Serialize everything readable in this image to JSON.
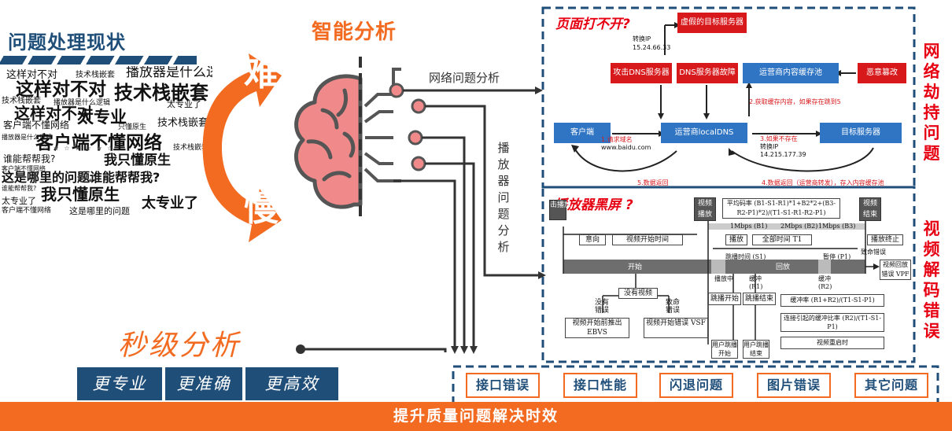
{
  "left": {
    "title": "问题处理现状",
    "hard": "难",
    "slow": "慢",
    "word_cloud": [
      "这样对不对",
      "技术栈嵌套",
      "播放器是什么逻辑",
      "这样对不对",
      "太专业",
      "技术栈嵌套",
      "技术栈嵌套",
      "播放器是什么逻辑",
      "客户端不懂网络",
      "太专业了",
      "只懂原生",
      "客户端不懂网络",
      "技术栈嵌套",
      "谁能帮帮我?",
      "播放器是什么逻辑",
      "我只懂原生",
      "谁能帮帮我?",
      "客户端不懂网络",
      "这是哪里的问题谁能帮帮我?",
      "谁能帮帮我?",
      "我只懂原生",
      "太专业了",
      "太专业了",
      "客户端不懂网络",
      "这是哪里的问题",
      "太专业"
    ]
  },
  "center": {
    "title": "智能分析",
    "network_label": "网络问题分析",
    "player_label": "播放器问题分析",
    "seconds_title": "秒级分析",
    "benefits": [
      "更专业",
      "更准确",
      "更高效"
    ]
  },
  "network_panel": {
    "title": "页面打不开?",
    "side_label": "网络劫持问题",
    "boxes": {
      "fake_server": "虚假的目标服务器",
      "attack_dns": "攻击DNS服务器",
      "dns_failure": "DNS服务器故障",
      "isp_cache": "运营商内容缓存池",
      "tamper": "恶意篡改",
      "client": "客户端",
      "local_dns": "运营商localDNS",
      "target_server": "目标服务器"
    },
    "notes": {
      "redirect_ip_label": "转换IP",
      "redirect_ip": "15.24.66.33",
      "step1": "1.请求域名",
      "step1_domain": "www.baidu.com",
      "step2": "2.获取缓存内容，如果存在跳到5",
      "step3": "3.如果不存在",
      "step3_ip_label": "转换IP",
      "step3_ip": "14.215.177.39",
      "step4": "4.数据返回（运营商转发），存入内容缓存池",
      "step5": "5.数据返回"
    }
  },
  "player_panel": {
    "title": "播放器黑屏 ?",
    "side_label": "视频解码错误",
    "labels": {
      "click_play": "击播放",
      "video_play": "视频播放",
      "formula": "平均码率 (B1-S1-R1)*1+B2*2+(B3-R2-P1)*2)/(T1-S1-R1-R2-P1)",
      "video_end": "视频结束",
      "play_stop": "播放终止",
      "fatal_error": "致命错误",
      "replay_error": "视频回放错误 VPF",
      "intent": "意向",
      "video_start_time": "视频开始时间",
      "play": "播放",
      "total_time": "全部时间 T1",
      "start": "开始",
      "playback": "回放",
      "rate1": "1Mbps (B1)",
      "rate2": "2Mbps (B2)",
      "rate3": "1Mbps (B3)",
      "pause": "暂停 (P1)",
      "buffering_s1": "跳播时间 (S1)",
      "playing": "播放中",
      "buffering_r1": "缓冲 (R1)",
      "buffering_r2": "缓冲 (R2)",
      "no_video": "没有视频",
      "no_error": "没有错误",
      "fatal_error2": "致命错误",
      "ebvs": "视频开始前推出 EBVS",
      "vsf": "视频开始错误 VSF",
      "seek_start": "跳播开始",
      "seek_end": "跳播结束",
      "buffer_ratio": "缓冲率 (R1+R2)/(T1-S1-P1)",
      "seek_buffer_ratio": "连接引起的缓冲比率 (R2)/(T1-S1-P1)",
      "video_restart": "视频重启时",
      "user_seek_start": "用户跳播开始",
      "user_seek_end": "用户跳播结束"
    }
  },
  "issues": [
    "接口错误",
    "接口性能",
    "闪退问题",
    "图片错误",
    "其它问题"
  ],
  "footer": "提升质量问题解决时效",
  "colors": {
    "orange": "#f26b21",
    "navy": "#1f4e79",
    "red": "#e60012",
    "brain": "#f08a8a"
  }
}
